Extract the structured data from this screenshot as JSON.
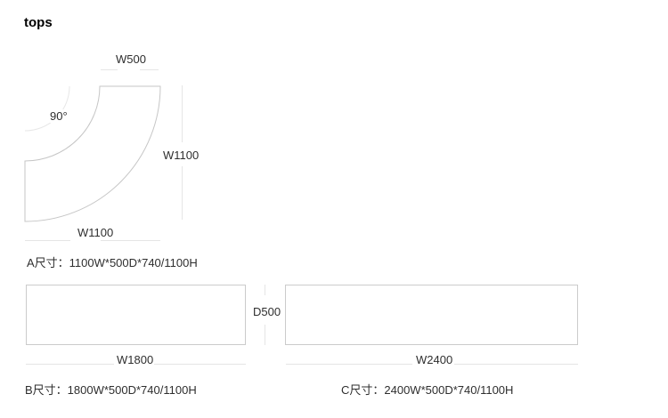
{
  "title": "tops",
  "colors": {
    "background": "#ffffff",
    "shape_outline": "#c6c6c6",
    "dimension_line": "#e5e5e5",
    "angle_arc": "#e7e7e7",
    "text": "#2e2e2e",
    "title_text": "#000000"
  },
  "item_a": {
    "top_width_label": "W500",
    "angle_label": "90°",
    "right_height_label": "W1100",
    "bottom_width_label": "W1100",
    "spec": "A尺寸：1100W*500D*740/1100H"
  },
  "item_b": {
    "width_label": "W1800",
    "spec": "B尺寸：1800W*500D*740/1100H"
  },
  "item_c": {
    "width_label": "W2400",
    "spec": "C尺寸：2400W*500D*740/1100H"
  },
  "shared": {
    "depth_label": "D500"
  }
}
